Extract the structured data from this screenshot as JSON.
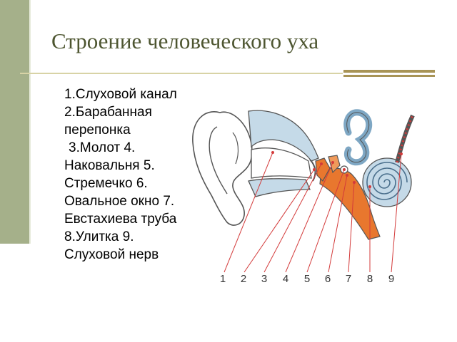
{
  "slide": {
    "title": "Строение человеческого уха",
    "body_lines": [
      "1.Слуховой канал",
      "2.Барабанная",
      "перепонка",
      "3.Молот 4.",
      "Наковальня 5.",
      "Стремечко 6.",
      "Овальное окно 7.",
      "Евстахиева труба",
      "8.Улитка 9.",
      "Слуховой нерв"
    ]
  },
  "diagram": {
    "labels": [
      "1",
      "2",
      "3",
      "4",
      "5",
      "6",
      "7",
      "8",
      "9"
    ]
  },
  "colors": {
    "sidebar": "#a5b08a",
    "title": "#4d5530",
    "accent_rule": "#a89456",
    "tissue_blue": "#c5dae8",
    "bone_orange": "#e8772e",
    "pointer_red": "#d33a3a"
  }
}
